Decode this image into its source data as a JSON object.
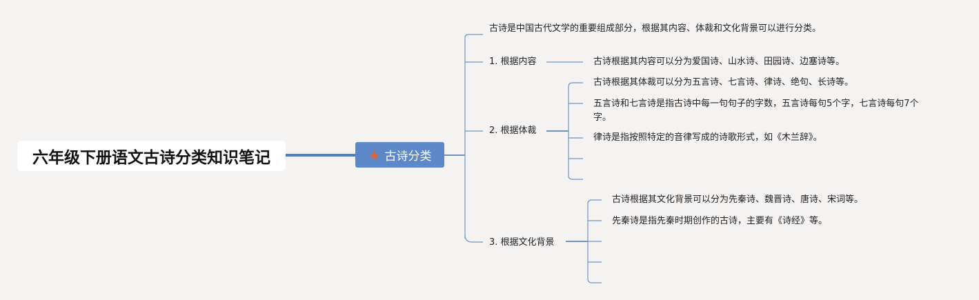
{
  "root": {
    "title": "六年级下册语文古诗分类知识笔记"
  },
  "main": {
    "label": "古诗分类",
    "icon": "star-icon"
  },
  "intro": {
    "text": "古诗是中国古代文学的重要组成部分，根据其内容、体裁和文化背景可以进行分类。"
  },
  "branches": [
    {
      "label": "1. 根据内容",
      "notes": [
        "古诗根据其内容可以分为爱国诗、山水诗、田园诗、边塞诗等。"
      ]
    },
    {
      "label": "2. 根据体裁",
      "notes": [
        "古诗根据其体裁可以分为五言诗、七言诗、律诗、绝句、长诗等。",
        "五言诗和七言诗是指古诗中每一句句子的字数，五言诗每句5个字，七言诗每句7个字。",
        "律诗是指按照特定的音律写成的诗歌形式，如《木兰辞》。"
      ]
    },
    {
      "label": "3. 根据文化背景",
      "notes": [
        "古诗根据其文化背景可以分为先秦诗、魏晋诗、唐诗、宋词等。",
        "先秦诗是指先秦时期创作的古诗，主要有《诗经》等。"
      ]
    }
  ],
  "colors": {
    "line": "#6f94c4",
    "main_fill": "#5c87c8",
    "star": "#e8622c",
    "background": "#f5f3f2"
  }
}
